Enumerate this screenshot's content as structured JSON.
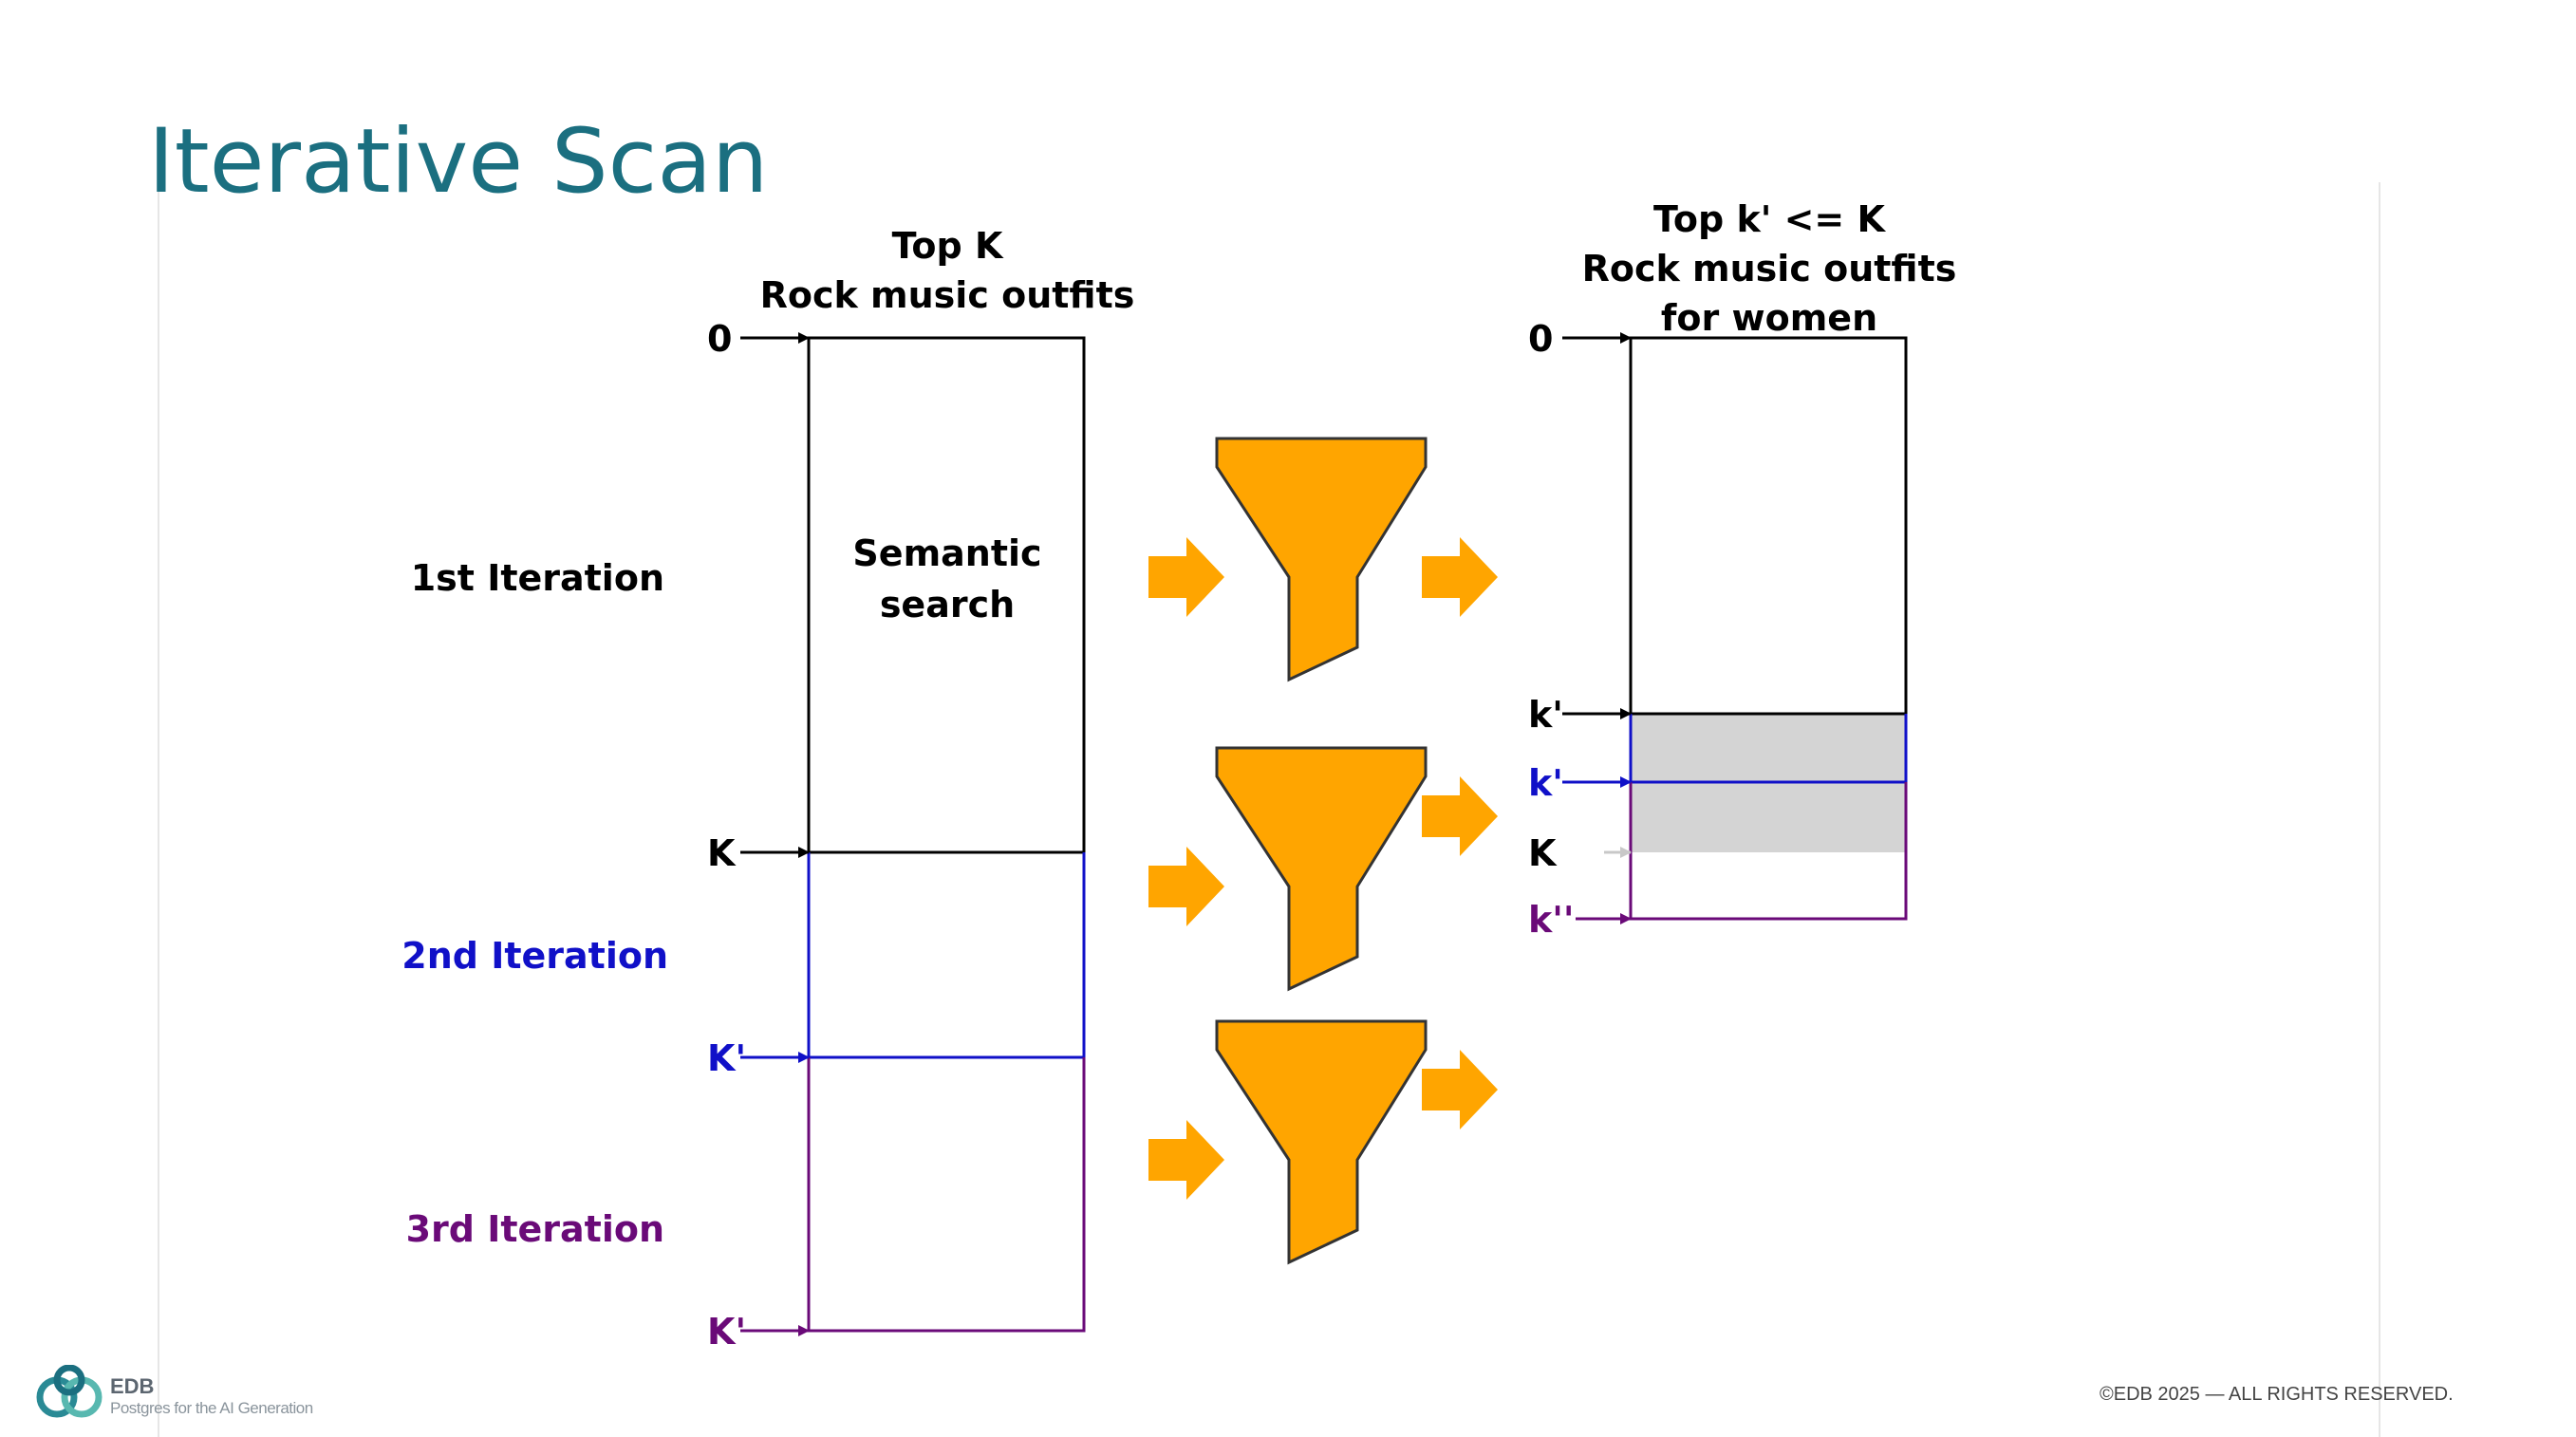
{
  "slide": {
    "title": "Iterative Scan",
    "copyright": "©EDB 2025 — ALL RIGHTS RESERVED.",
    "logo_name": "EDB",
    "logo_tagline": "Postgres for the AI Generation"
  },
  "diagram": {
    "left_header": [
      "Top K",
      "Rock music outfits"
    ],
    "right_header": [
      "Top k' <= K",
      "Rock music outfits",
      "for women"
    ],
    "box_label": [
      "Semantic",
      "search"
    ],
    "iterations": {
      "first": "1st Iteration",
      "second": "2nd Iteration",
      "third": "3rd Iteration"
    },
    "left_markers": {
      "zero": "0",
      "k": "K",
      "k_prime_1": "K'",
      "k_prime_2": "K'"
    },
    "right_markers": {
      "zero": "0",
      "k_prime_black": "k'",
      "k_prime_blue": "k'",
      "k": "K",
      "k_double_prime": "k''"
    },
    "colors": {
      "black": "#000000",
      "blue": "#1010c8",
      "purple": "#6a0a78",
      "grey_marker": "#c8c8c8",
      "orange": "#ffa500",
      "shade": "#d4d4d4"
    }
  }
}
